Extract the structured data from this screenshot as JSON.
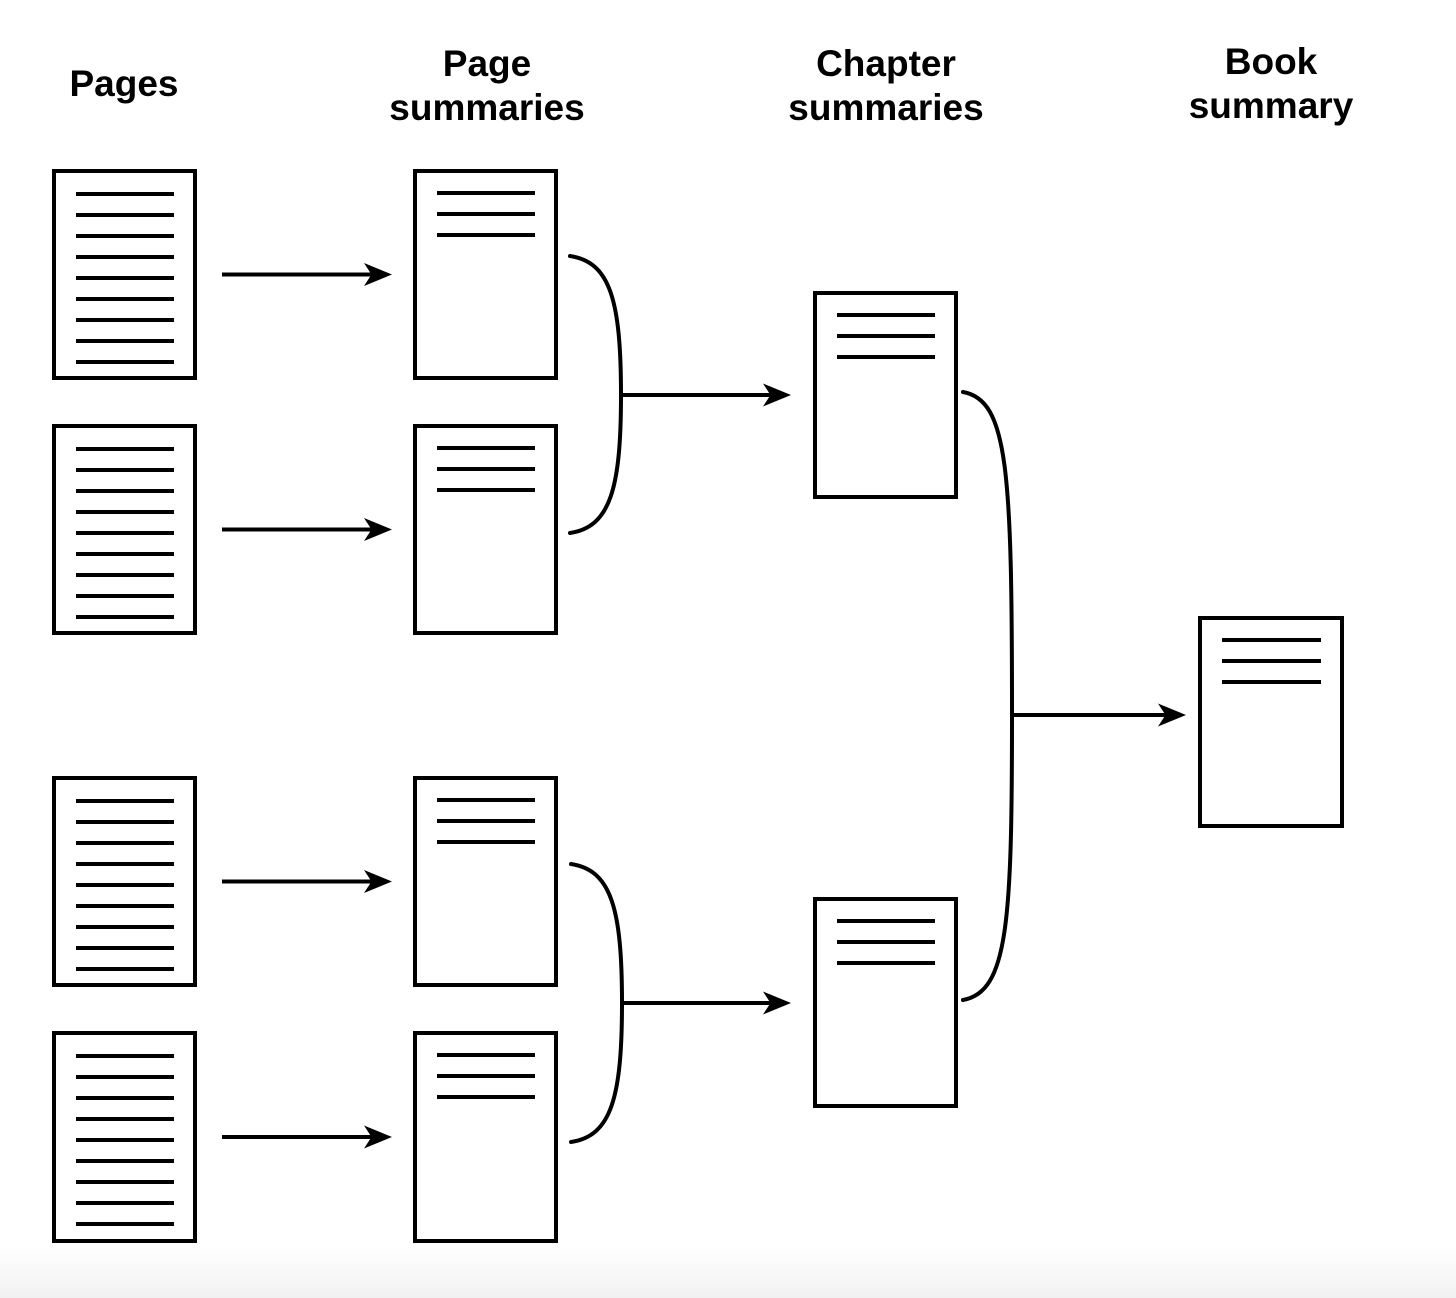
{
  "colors": {
    "ink": "#000000",
    "background": "#ffffff"
  },
  "columns": [
    {
      "id": "pages",
      "header_lines": [
        "Pages"
      ],
      "docs": [
        {
          "id": "page-1",
          "text_lines": 9
        },
        {
          "id": "page-2",
          "text_lines": 9
        },
        {
          "id": "page-3",
          "text_lines": 9
        },
        {
          "id": "page-4",
          "text_lines": 9
        }
      ]
    },
    {
      "id": "page-summaries",
      "header_lines": [
        "Page",
        "summaries"
      ],
      "docs": [
        {
          "id": "psum-1",
          "text_lines": 3
        },
        {
          "id": "psum-2",
          "text_lines": 3
        },
        {
          "id": "psum-3",
          "text_lines": 3
        },
        {
          "id": "psum-4",
          "text_lines": 3
        }
      ]
    },
    {
      "id": "chapter-summaries",
      "header_lines": [
        "Chapter",
        "summaries"
      ],
      "docs": [
        {
          "id": "csum-1",
          "text_lines": 3
        },
        {
          "id": "csum-2",
          "text_lines": 3
        }
      ]
    },
    {
      "id": "book-summary",
      "header_lines": [
        "Book",
        "summary"
      ],
      "docs": [
        {
          "id": "bsum-1",
          "text_lines": 3
        }
      ]
    }
  ],
  "edges": [
    {
      "type": "arrow",
      "from": "page-1",
      "to": "psum-1"
    },
    {
      "type": "arrow",
      "from": "page-2",
      "to": "psum-2"
    },
    {
      "type": "arrow",
      "from": "page-3",
      "to": "psum-3"
    },
    {
      "type": "arrow",
      "from": "page-4",
      "to": "psum-4"
    },
    {
      "type": "merge",
      "from": [
        "psum-1",
        "psum-2"
      ],
      "to": "csum-1"
    },
    {
      "type": "merge",
      "from": [
        "psum-3",
        "psum-4"
      ],
      "to": "csum-2"
    },
    {
      "type": "merge",
      "from": [
        "csum-1",
        "csum-2"
      ],
      "to": "bsum-1"
    }
  ]
}
